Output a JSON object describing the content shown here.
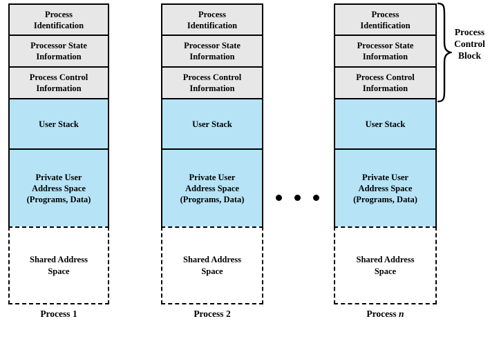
{
  "sections": [
    {
      "name": "process-identification",
      "text": "Process\nIdentification"
    },
    {
      "name": "processor-state-information",
      "text": "Processor State\nInformation"
    },
    {
      "name": "process-control-information",
      "text": "Process Control\nInformation"
    },
    {
      "name": "user-stack",
      "text": "User Stack"
    },
    {
      "name": "private-user-address-space",
      "text": "Private User\nAddress Space\n(Programs, Data)"
    },
    {
      "name": "shared-address-space",
      "text": "Shared Address\nSpace"
    }
  ],
  "columns": [
    {
      "label_prefix": "Process",
      "label_suffix": "1",
      "suffix_italic": false
    },
    {
      "label_prefix": "Process",
      "label_suffix": "2",
      "suffix_italic": false
    },
    {
      "label_prefix": "Process",
      "label_suffix": "n",
      "suffix_italic": true
    }
  ],
  "pcb_label": "Process\nControl\nBlock",
  "colors": {
    "pcb_fill": "#e7e7e7",
    "memory_fill": "#b6e4f6",
    "line": "#000000"
  }
}
